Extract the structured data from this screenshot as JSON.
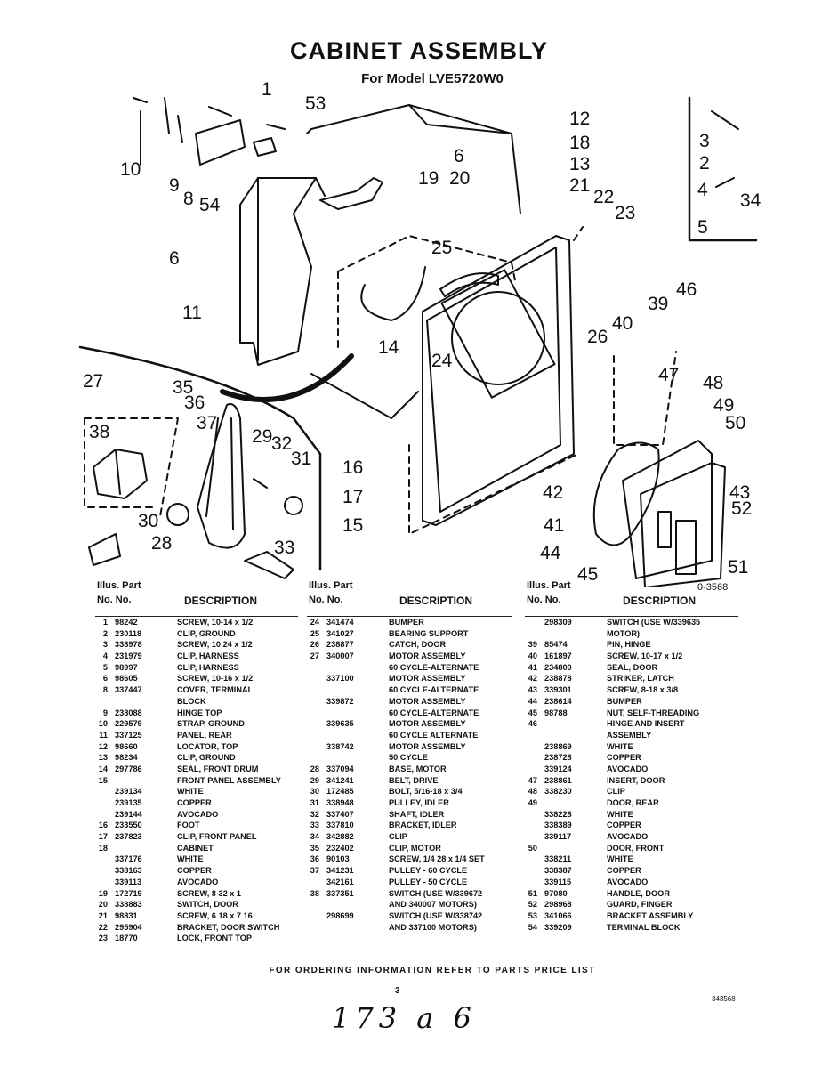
{
  "header": {
    "title": "CABINET ASSEMBLY",
    "subtitle": "For Model LVE5720W0"
  },
  "drawing_number": "0-3568",
  "callouts": [
    "1",
    "53",
    "12",
    "18",
    "6",
    "13",
    "21",
    "22",
    "23",
    "10",
    "9",
    "8",
    "54",
    "19",
    "20",
    "6",
    "11",
    "25",
    "14",
    "24",
    "26",
    "40",
    "39",
    "46",
    "47",
    "48",
    "49",
    "50",
    "27",
    "35",
    "36",
    "37",
    "38",
    "29",
    "32",
    "31",
    "16",
    "17",
    "15",
    "30",
    "28",
    "33",
    "42",
    "43",
    "52",
    "41",
    "44",
    "45",
    "51",
    "3",
    "2",
    "4",
    "34",
    "5"
  ],
  "table_headers": {
    "illus_no_line1": "Illus. Part",
    "illus_no_line2": "No.   No.",
    "description": "DESCRIPTION"
  },
  "parts_columns": [
    [
      {
        "no": "1",
        "part": "98242",
        "desc": "SCREW, 10-14 x 1/2"
      },
      {
        "no": "2",
        "part": "230118",
        "desc": "CLIP, GROUND"
      },
      {
        "no": "3",
        "part": "338978",
        "desc": "SCREW, 10 24 x 1/2"
      },
      {
        "no": "4",
        "part": "231979",
        "desc": "CLIP, HARNESS"
      },
      {
        "no": "5",
        "part": "98997",
        "desc": "CLIP, HARNESS"
      },
      {
        "no": "6",
        "part": "98605",
        "desc": "SCREW, 10-16 x 1/2"
      },
      {
        "no": "8",
        "part": "337447",
        "desc": "COVER, TERMINAL"
      },
      {
        "no": "",
        "part": "",
        "desc": "BLOCK"
      },
      {
        "no": "9",
        "part": "238088",
        "desc": "HINGE TOP"
      },
      {
        "no": "10",
        "part": "229579",
        "desc": "STRAP, GROUND"
      },
      {
        "no": "11",
        "part": "337125",
        "desc": "PANEL, REAR"
      },
      {
        "no": "12",
        "part": "98660",
        "desc": "LOCATOR, TOP"
      },
      {
        "no": "13",
        "part": "98234",
        "desc": "CLIP, GROUND"
      },
      {
        "no": "14",
        "part": "297786",
        "desc": "SEAL, FRONT DRUM"
      },
      {
        "no": "15",
        "part": "",
        "desc": "FRONT PANEL ASSEMBLY"
      },
      {
        "no": "",
        "part": "239134",
        "desc": "WHITE"
      },
      {
        "no": "",
        "part": "239135",
        "desc": "COPPER"
      },
      {
        "no": "",
        "part": "239144",
        "desc": "AVOCADO"
      },
      {
        "no": "16",
        "part": "233550",
        "desc": "FOOT"
      },
      {
        "no": "17",
        "part": "237823",
        "desc": "CLIP, FRONT PANEL"
      },
      {
        "no": "18",
        "part": "",
        "desc": "CABINET"
      },
      {
        "no": "",
        "part": "337176",
        "desc": "WHITE"
      },
      {
        "no": "",
        "part": "338163",
        "desc": "COPPER"
      },
      {
        "no": "",
        "part": "339113",
        "desc": "AVOCADO"
      },
      {
        "no": "19",
        "part": "172719",
        "desc": "SCREW, 8 32 x 1"
      },
      {
        "no": "20",
        "part": "338883",
        "desc": "SWITCH, DOOR"
      },
      {
        "no": "21",
        "part": "98831",
        "desc": "SCREW, 6 18 x 7 16"
      },
      {
        "no": "22",
        "part": "295904",
        "desc": "BRACKET, DOOR SWITCH"
      },
      {
        "no": "23",
        "part": "18770",
        "desc": "LOCK, FRONT TOP"
      }
    ],
    [
      {
        "no": "24",
        "part": "341474",
        "desc": "BUMPER"
      },
      {
        "no": "25",
        "part": "341027",
        "desc": "BEARING SUPPORT"
      },
      {
        "no": "26",
        "part": "238877",
        "desc": "CATCH, DOOR"
      },
      {
        "no": "27",
        "part": "340007",
        "desc": "MOTOR ASSEMBLY"
      },
      {
        "no": "",
        "part": "",
        "desc": "60 CYCLE-ALTERNATE"
      },
      {
        "no": "",
        "part": "337100",
        "desc": "MOTOR ASSEMBLY"
      },
      {
        "no": "",
        "part": "",
        "desc": "60 CYCLE-ALTERNATE"
      },
      {
        "no": "",
        "part": "339872",
        "desc": "MOTOR ASSEMBLY"
      },
      {
        "no": "",
        "part": "",
        "desc": "60 CYCLE-ALTERNATE"
      },
      {
        "no": "",
        "part": "339635",
        "desc": "MOTOR ASSEMBLY"
      },
      {
        "no": "",
        "part": "",
        "desc": "60 CYCLE ALTERNATE"
      },
      {
        "no": "",
        "part": "338742",
        "desc": "MOTOR ASSEMBLY"
      },
      {
        "no": "",
        "part": "",
        "desc": "50 CYCLE"
      },
      {
        "no": "28",
        "part": "337094",
        "desc": "BASE, MOTOR"
      },
      {
        "no": "29",
        "part": "341241",
        "desc": "BELT, DRIVE"
      },
      {
        "no": "30",
        "part": "172485",
        "desc": "BOLT, 5/16-18 x 3/4"
      },
      {
        "no": "31",
        "part": "338948",
        "desc": "PULLEY, IDLER"
      },
      {
        "no": "32",
        "part": "337407",
        "desc": "SHAFT, IDLER"
      },
      {
        "no": "33",
        "part": "337810",
        "desc": "BRACKET, IDLER"
      },
      {
        "no": "34",
        "part": "342882",
        "desc": "CLIP"
      },
      {
        "no": "35",
        "part": "232402",
        "desc": "CLIP, MOTOR"
      },
      {
        "no": "36",
        "part": "90103",
        "desc": "SCREW, 1/4 28 x 1/4 SET"
      },
      {
        "no": "37",
        "part": "341231",
        "desc": "PULLEY - 60 CYCLE"
      },
      {
        "no": "",
        "part": "342161",
        "desc": "PULLEY - 50 CYCLE"
      },
      {
        "no": "38",
        "part": "337351",
        "desc": "SWITCH (USE W/339672"
      },
      {
        "no": "",
        "part": "",
        "desc": "AND 340007 MOTORS)"
      },
      {
        "no": "",
        "part": "298699",
        "desc": "SWITCH (USE W/338742"
      },
      {
        "no": "",
        "part": "",
        "desc": "AND 337100 MOTORS)"
      }
    ],
    [
      {
        "no": "",
        "part": "298309",
        "desc": "SWITCH (USE W/339635"
      },
      {
        "no": "",
        "part": "",
        "desc": "MOTOR)"
      },
      {
        "no": "39",
        "part": "85474",
        "desc": "PIN, HINGE"
      },
      {
        "no": "40",
        "part": "161897",
        "desc": "SCREW, 10-17 x 1/2"
      },
      {
        "no": "41",
        "part": "234800",
        "desc": "SEAL, DOOR"
      },
      {
        "no": "42",
        "part": "238878",
        "desc": "STRIKER, LATCH"
      },
      {
        "no": "43",
        "part": "339301",
        "desc": "SCREW, 8-18 x 3/8"
      },
      {
        "no": "44",
        "part": "238614",
        "desc": "BUMPER"
      },
      {
        "no": "45",
        "part": "98788",
        "desc": "NUT, SELF-THREADING"
      },
      {
        "no": "46",
        "part": "",
        "desc": "HINGE AND INSERT"
      },
      {
        "no": "",
        "part": "",
        "desc": "ASSEMBLY"
      },
      {
        "no": "",
        "part": "238869",
        "desc": "WHITE"
      },
      {
        "no": "",
        "part": "238728",
        "desc": "COPPER"
      },
      {
        "no": "",
        "part": "339124",
        "desc": "AVOCADO"
      },
      {
        "no": "47",
        "part": "238861",
        "desc": "INSERT, DOOR"
      },
      {
        "no": "48",
        "part": "338230",
        "desc": "CLIP"
      },
      {
        "no": "49",
        "part": "",
        "desc": "DOOR, REAR"
      },
      {
        "no": "",
        "part": "338228",
        "desc": "WHITE"
      },
      {
        "no": "",
        "part": "338389",
        "desc": "COPPER"
      },
      {
        "no": "",
        "part": "339117",
        "desc": "AVOCADO"
      },
      {
        "no": "50",
        "part": "",
        "desc": "DOOR, FRONT"
      },
      {
        "no": "",
        "part": "338211",
        "desc": "WHITE"
      },
      {
        "no": "",
        "part": "338387",
        "desc": "COPPER"
      },
      {
        "no": "",
        "part": "339115",
        "desc": "AVOCADO"
      },
      {
        "no": "51",
        "part": "97080",
        "desc": "HANDLE, DOOR"
      },
      {
        "no": "52",
        "part": "298968",
        "desc": "GUARD, FINGER"
      },
      {
        "no": "53",
        "part": "341066",
        "desc": "BRACKET ASSEMBLY"
      },
      {
        "no": "54",
        "part": "339209",
        "desc": "TERMINAL BLOCK"
      }
    ]
  ],
  "footer": {
    "note": "FOR ORDERING INFORMATION REFER TO PARTS PRICE LIST",
    "page_number": "3",
    "doc_id": "343568",
    "handwritten_note": "173 a 6"
  }
}
